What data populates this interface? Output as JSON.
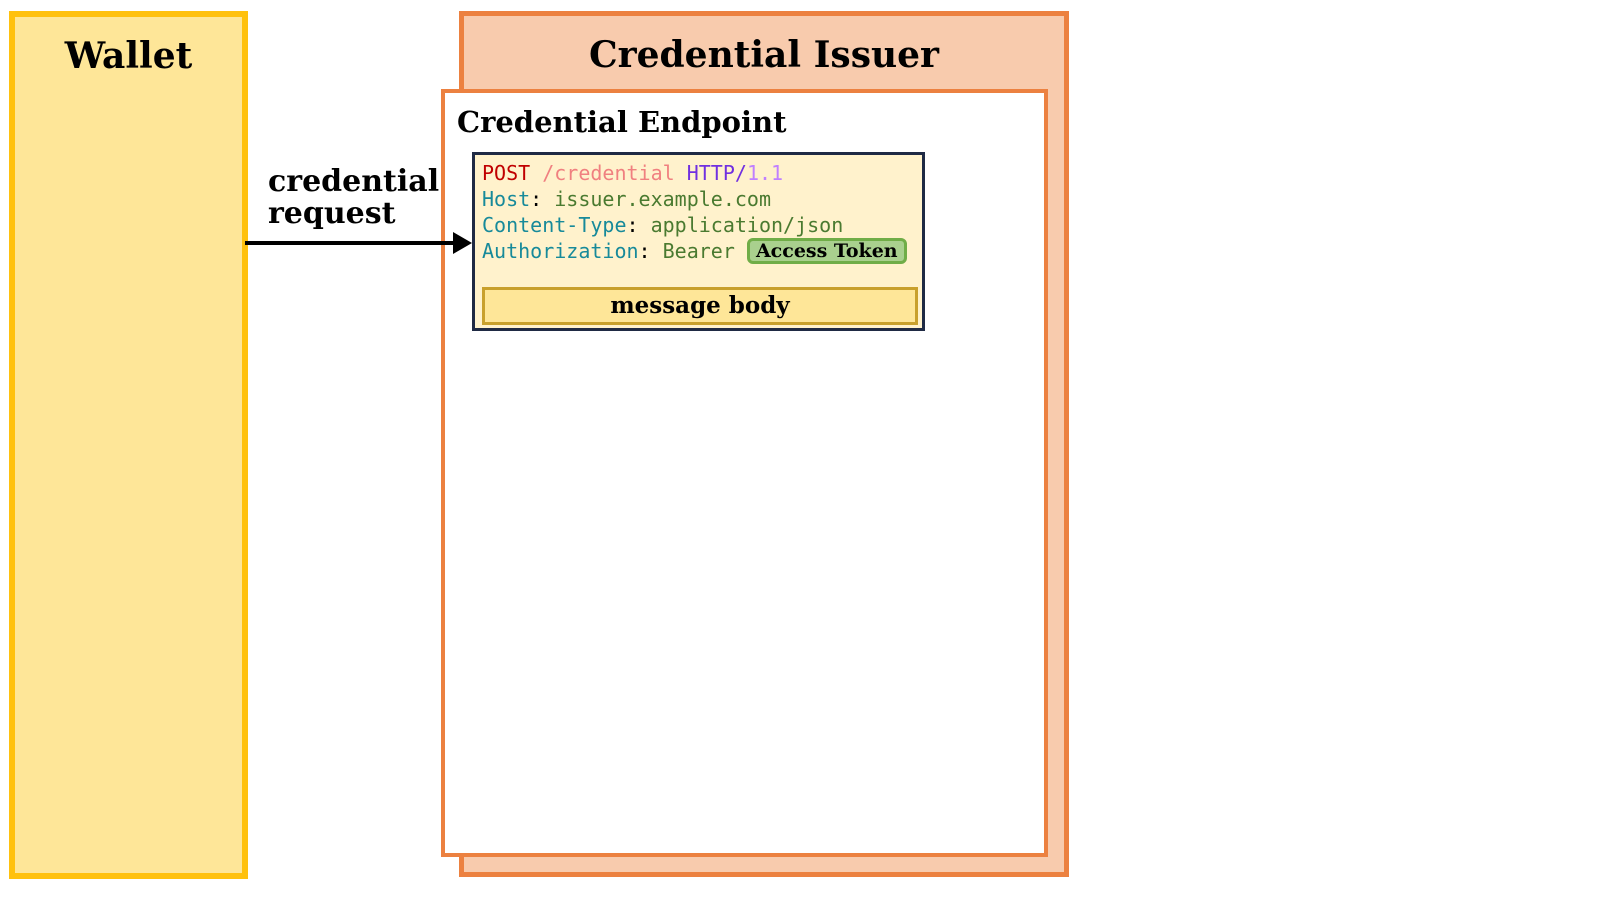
{
  "wallet": {
    "title": "Wallet"
  },
  "issuer": {
    "title": "Credential Issuer"
  },
  "endpoint": {
    "title": "Credential Endpoint"
  },
  "arrow": {
    "label_line1": "credential",
    "label_line2": "request"
  },
  "http_request": {
    "method": "POST",
    "path": "/credential",
    "protocol": "HTTP/",
    "version": "1.1",
    "headers": [
      {
        "name": "Host",
        "value": "issuer.example.com"
      },
      {
        "name": "Content-Type",
        "value": "application/json"
      },
      {
        "name": "Authorization",
        "value": "Bearer"
      }
    ],
    "access_token_label": "Access Token",
    "message_body_label": "message body"
  },
  "colors": {
    "wallet_fill": "#fee698",
    "wallet_border": "#ffc10e",
    "issuer_fill": "#f8cbad",
    "issuer_border": "#ec8140",
    "token_fill": "#a9d08e",
    "token_border": "#70ad47"
  }
}
